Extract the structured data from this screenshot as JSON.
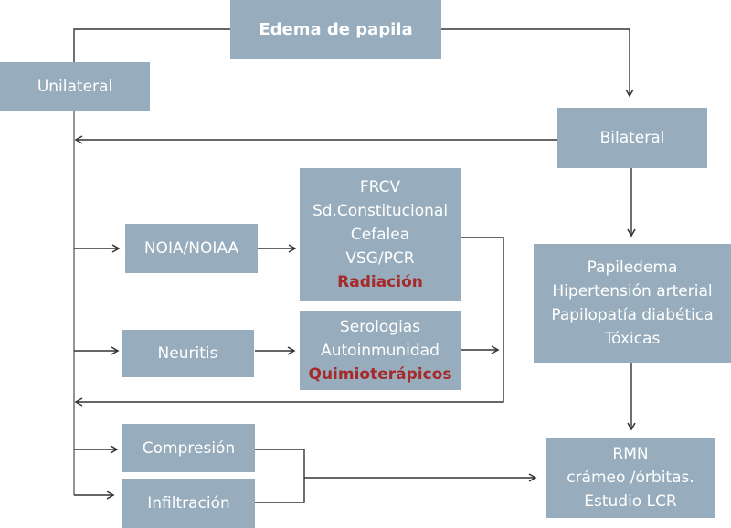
{
  "diagram": {
    "colors": {
      "box_fill": "#97adbd",
      "box_text": "#ffffff",
      "highlight_text": "#a52a2a",
      "connector": "#333333"
    },
    "nodes": {
      "root": {
        "label": "Edema de papila"
      },
      "unilateral": {
        "label": "Unilateral"
      },
      "bilateral": {
        "label": "Bilateral"
      },
      "noia": {
        "label": "NOIA/NOIAA"
      },
      "noia_workup": {
        "lines": [
          "FRCV",
          "Sd.Constitucional",
          "Cefalea",
          "VSG/PCR"
        ],
        "highlight": "Radiación"
      },
      "neuritis": {
        "label": "Neuritis"
      },
      "neuritis_workup": {
        "lines": [
          "Serologias",
          "Autoinmunidad"
        ],
        "highlight": "Quimioterápicos"
      },
      "compresion": {
        "label": "Compresión"
      },
      "infiltracion": {
        "label": "Infiltración"
      },
      "bilateral_causes": {
        "lines": [
          "Papiledema",
          "Hipertensión arterial",
          "Papilopatía diabética",
          "Tóxicas"
        ]
      },
      "imaging": {
        "lines": [
          "RMN",
          "crámeo /órbitas.",
          "Estudio LCR"
        ]
      }
    },
    "edges": [
      {
        "from": "root",
        "to": "unilateral"
      },
      {
        "from": "root",
        "to": "bilateral"
      },
      {
        "from": "bilateral",
        "to": "unilateral-trunk"
      },
      {
        "from": "unilateral-trunk",
        "to": "noia"
      },
      {
        "from": "noia",
        "to": "noia_workup"
      },
      {
        "from": "unilateral-trunk",
        "to": "neuritis"
      },
      {
        "from": "neuritis",
        "to": "neuritis_workup"
      },
      {
        "from": "noia_workup",
        "to": "unilateral-trunk"
      },
      {
        "from": "unilateral-trunk",
        "to": "compresion"
      },
      {
        "from": "unilateral-trunk",
        "to": "infiltracion"
      },
      {
        "from": "compresion",
        "to": "imaging"
      },
      {
        "from": "infiltracion",
        "to": "imaging"
      },
      {
        "from": "bilateral",
        "to": "bilateral_causes"
      },
      {
        "from": "bilateral_causes",
        "to": "imaging"
      }
    ]
  }
}
